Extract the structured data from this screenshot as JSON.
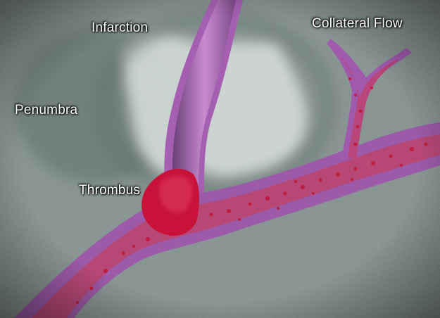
{
  "labels": {
    "infarction": "Infarction",
    "collateral_flow": "Collateral Flow",
    "penumbra": "Penumbra",
    "thrombus": "Thrombus"
  },
  "colors": {
    "background": "#7f8f8d",
    "infarct_region": "#d3dad8",
    "vessel_wall": "#a15fae",
    "vessel_blood": "#b33a6a",
    "blood_cells": "#c0183c",
    "thrombus": "#c8123a",
    "label_text": "#ffffff"
  }
}
